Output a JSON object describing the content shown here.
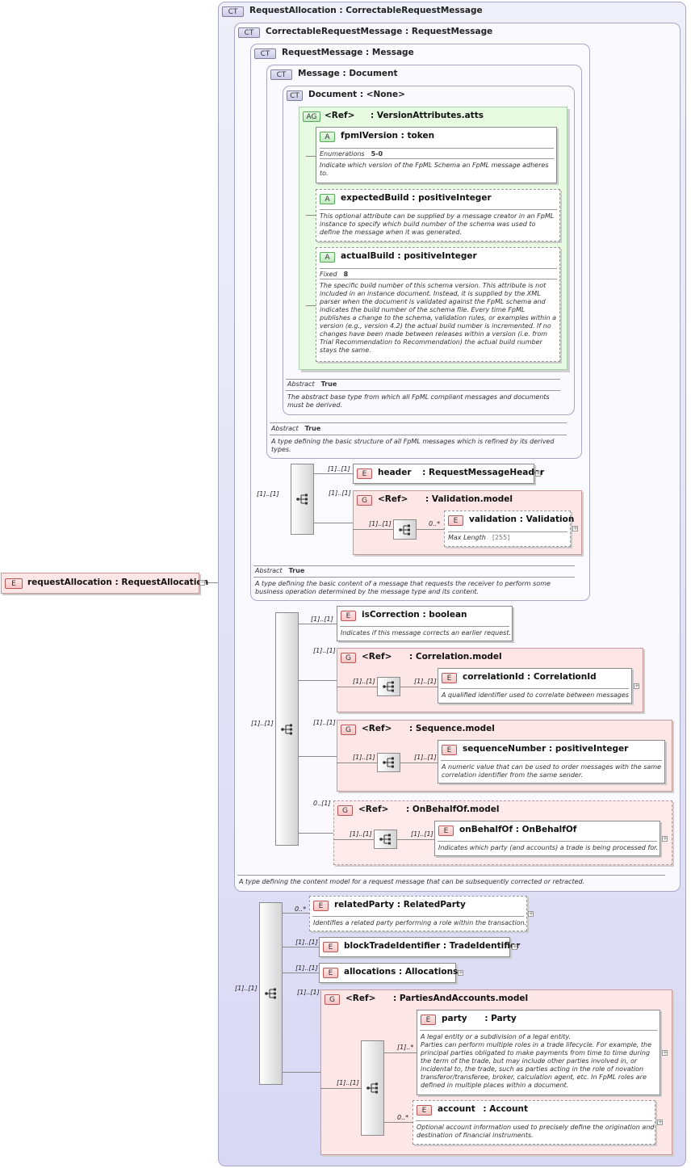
{
  "root": {
    "badge": "E",
    "name": "requestAllocation",
    "type": "RequestAllocation"
  },
  "types": {
    "requestAllocation": {
      "badge": "CT",
      "name": "RequestAllocation",
      "base": "CorrectableRequestMessage"
    },
    "correctable": {
      "badge": "CT",
      "name": "CorrectableRequestMessage",
      "base": "RequestMessage"
    },
    "requestMessage": {
      "badge": "CT",
      "name": "RequestMessage",
      "base": "Message"
    },
    "message": {
      "badge": "CT",
      "name": "Message",
      "base": "Document"
    },
    "document": {
      "badge": "CT",
      "name": "Document",
      "base": "<None>"
    }
  },
  "versionAtts": {
    "badge": "AG",
    "ref": "<Ref>",
    "name": ": VersionAttributes.atts"
  },
  "attrs": {
    "fpmlVersion": {
      "badge": "A",
      "name": "fpmlVersion",
      "type": "token",
      "prop_label": "Enumerations",
      "prop_value": "5-0",
      "doc": "Indicate which version of the FpML Schema an FpML message adheres to."
    },
    "expectedBuild": {
      "badge": "A",
      "name": "expectedBuild",
      "type": "positiveInteger",
      "doc": "This optional attribute can be supplied by a message creator in an FpML instance to specify which build number of the schema was used to define the message when it was generated."
    },
    "actualBuild": {
      "badge": "A",
      "name": "actualBuild",
      "type": "positiveInteger",
      "prop_label": "Fixed",
      "prop_value": "8",
      "doc": "The specific build number of this schema version. This attribute is not included in an instance document. Instead, it is supplied by the XML parser when the document is validated against the FpML schema and indicates the build number of the schema file. Every time FpML publishes a change to the schema, validation rules, or examples within a version (e.g., version 4.2) the actual build number is incremented. If no changes have been made between releases within a version (i.e. from Trial Recommendation to Recommendation) the actual build number stays the same."
    }
  },
  "abstract_label": "Abstract",
  "abstract_value": "True",
  "docs": {
    "document": "The abstract base type from which all FpML compliant messages and documents must be derived.",
    "message": "A type defining the basic structure of all FpML messages which is refined by its derived types.",
    "requestMessage": "A type defining the basic content of a message that requests the receiver to perform some business operation determined by the message type and its content.",
    "correctable": "A type defining the content model for a request message that can be subsequently corrected or retracted."
  },
  "elements": {
    "header": {
      "badge": "E",
      "name": "header",
      "type": "RequestMessageHeader",
      "card": "[1]..[1]"
    },
    "validationModel": {
      "badge": "G",
      "ref": "<Ref>",
      "name": ": Validation.model",
      "card": "[1]..[1]"
    },
    "validation": {
      "badge": "E",
      "name": "validation",
      "type": "Validation",
      "card": "0..*",
      "prop_label": "Max Length",
      "prop_value": "[255]"
    },
    "isCorrection": {
      "badge": "E",
      "name": "isCorrection",
      "type": "boolean",
      "card": "[1]..[1]",
      "doc": "Indicates if this message corrects an earlier request."
    },
    "correlationModel": {
      "badge": "G",
      "ref": "<Ref>",
      "name": ": Correlation.model",
      "card": "[1]..[1]"
    },
    "correlationId": {
      "badge": "E",
      "name": "correlationId",
      "type": "CorrelationId",
      "card": "[1]..[1]",
      "doc": "A qualified identifier used to correlate between messages"
    },
    "sequenceModel": {
      "badge": "G",
      "ref": "<Ref>",
      "name": ": Sequence.model",
      "card": "[1]..[1]"
    },
    "sequenceNumber": {
      "badge": "E",
      "name": "sequenceNumber",
      "type": "positiveInteger",
      "card": "[1]..[1]",
      "doc": "A numeric value that can be used to order messages with the same correlation identifier from the same sender."
    },
    "onBehalfOfModel": {
      "badge": "G",
      "ref": "<Ref>",
      "name": ": OnBehalfOf.model",
      "card": "0..[1]"
    },
    "onBehalfOf": {
      "badge": "E",
      "name": "onBehalfOf",
      "type": "OnBehalfOf",
      "card": "[1]..[1]",
      "doc": "Indicates which party (and accounts) a trade is being processed for."
    },
    "relatedParty": {
      "badge": "E",
      "name": "relatedParty",
      "type": "RelatedParty",
      "card": "0..*",
      "doc": "Identifies a related party performing a role within the transaction."
    },
    "blockTradeIdentifier": {
      "badge": "E",
      "name": "blockTradeIdentifier",
      "type": "TradeIdentifier",
      "card": "[1]..[1]"
    },
    "allocations": {
      "badge": "E",
      "name": "allocations",
      "type": "Allocations",
      "card": "[1]..[1]"
    },
    "partiesModel": {
      "badge": "G",
      "ref": "<Ref>",
      "name": ": PartiesAndAccounts.model",
      "card": "[1]..[1]"
    },
    "party": {
      "badge": "E",
      "name": "party",
      "type": "Party",
      "card": "[1]..*",
      "doc": "A legal entity or a subdivision of a legal entity.\nParties can perform multiple roles in a trade lifecycle. For example, the principal parties obligated to make payments from time to time during the term of the trade, but may include other parties involved in, or incidental to, the trade, such as parties acting in the role of novation transferor/transferee, broker, calculation agent, etc. In FpML roles are defined in multiple places within a document."
    },
    "account": {
      "badge": "E",
      "name": "account",
      "type": "Account",
      "card": "0..*",
      "doc": "Optional account information used to precisely define the origination and destination of financial instruments."
    }
  },
  "sequences": {
    "rm": "[1]..[1]",
    "correctable": "[1]..[1]",
    "allocation": "[1]..[1]",
    "validation": "[1]..[1]",
    "correlation": "[1]..[1]",
    "sequence": "[1]..[1]",
    "onBehalfOf": "[1]..[1]",
    "parties": "[1]..[1]"
  },
  "sep": ":"
}
